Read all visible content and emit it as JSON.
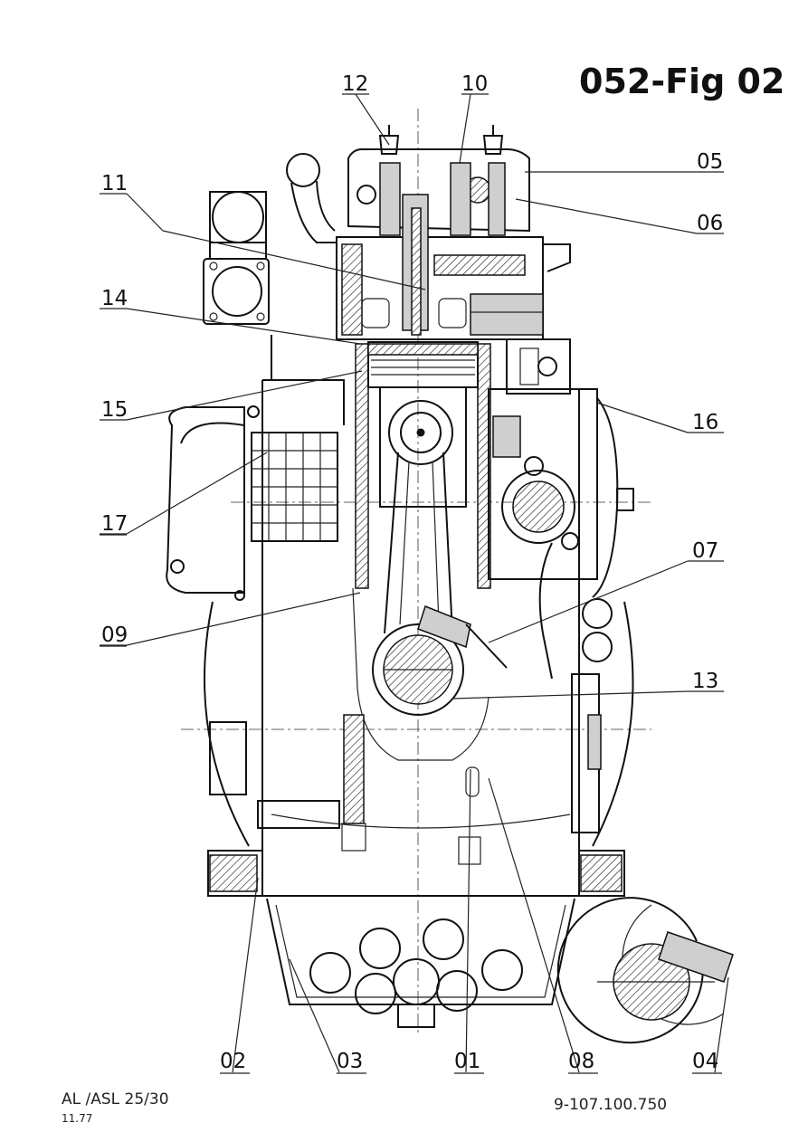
{
  "title": "052-Fig 02",
  "callouts": {
    "c12": "12",
    "c10": "10",
    "c05": "05",
    "c06": "06",
    "c11": "11",
    "c14": "14",
    "c15": "15",
    "c16": "16",
    "c17": "17",
    "c07": "07",
    "c09": "09",
    "c13": "13",
    "c02": "02",
    "c03": "03",
    "c01": "01",
    "c08": "08",
    "c04": "04"
  },
  "footer": {
    "model": "AL /ASL 25/30",
    "date": "11.77",
    "drawing_number": "9-107.100.750"
  }
}
